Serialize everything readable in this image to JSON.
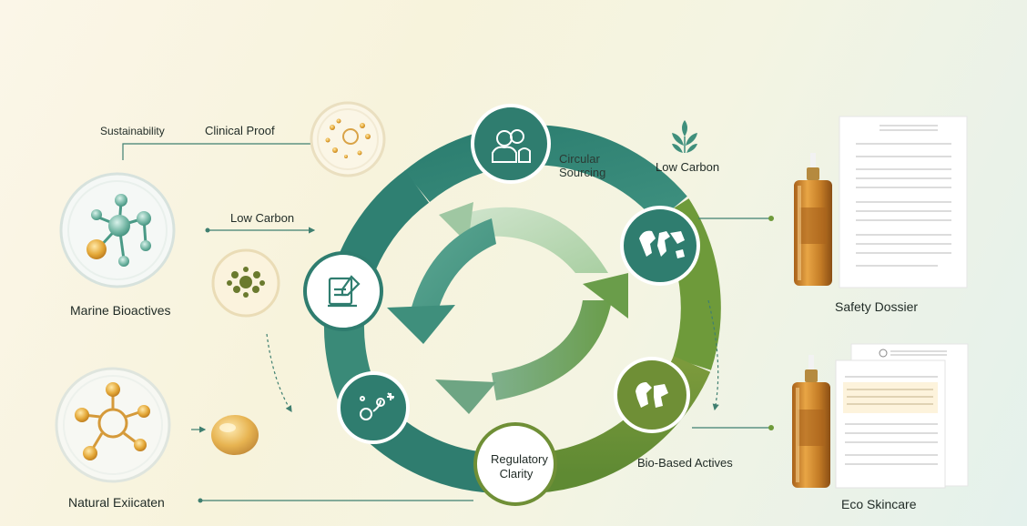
{
  "left_labels": {
    "sustainability": "Sustainability",
    "clinical_proof": "Clinical Proof",
    "low_carbon": "Low Carbon",
    "marine_bioactives": "Marine Bioactives",
    "natural_excipient": "Natural Exiicaten"
  },
  "cycle": {
    "circular_sourcing": "Circular\nSourcing",
    "low_carbon": "Low Carbon",
    "regulatory_clarity": "Regulatory\nClarity",
    "bio_based_actives": "Bio-Based Actives"
  },
  "right_labels": {
    "safety_dossier": "Safety Dossier",
    "eco_skincare": "Eco Skincare"
  },
  "icons": [
    "community-icon",
    "document-edit-icon",
    "world-map-icon",
    "molecule-icon",
    "globe-icon",
    "leaf-sprig-icon"
  ],
  "colors": {
    "teal_dark": "#2e7f71",
    "teal": "#4a9a86",
    "green": "#6f8f36",
    "green_light": "#b9d4a6",
    "amber": "#c98a22"
  }
}
